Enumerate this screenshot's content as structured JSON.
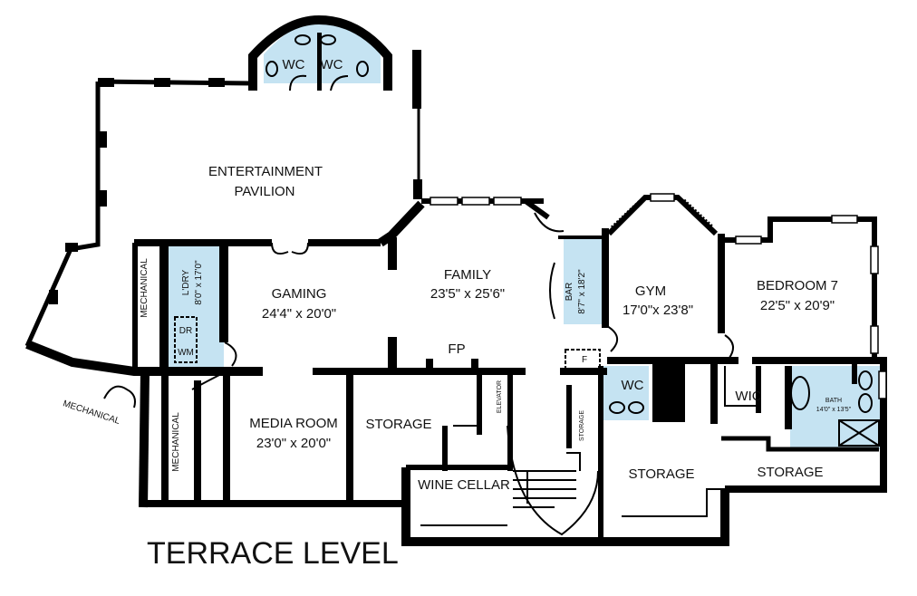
{
  "plan": {
    "title": "TERRACE LEVEL",
    "rooms": {
      "entertainment_line1": "ENTERTAINMENT",
      "entertainment_line2": "PAVILION",
      "wc_left": "WC",
      "wc_right": "WC",
      "mechanical_top": "MECHANICAL",
      "laundry": "L'DRY",
      "laundry_dim": "8'0\" x 17'0\"",
      "dryer": "DR",
      "washer": "WM",
      "gaming": "GAMING",
      "gaming_dim": "24'4\" x 20'0\"",
      "family": "FAMILY",
      "family_dim": "23'5\" x 25'6\"",
      "bar": "BAR",
      "bar_dim": "8'7\" x 18'2\"",
      "fp": "FP",
      "f": "F",
      "gym": "GYM",
      "gym_dim": "17'0\"x  23'8\"",
      "bedroom7": "BEDROOM 7",
      "bedroom7_dim": "22'5\" x 20'9\"",
      "mechanical_outside": "MECHANICAL",
      "mechanical_left": "MECHANICAL",
      "media_room": "MEDIA ROOM",
      "media_dim": "23'0\" x 20'0\"",
      "storage_1": "STORAGE",
      "elevator": "ELEVATOR",
      "storage_2": "STORAGE",
      "wc_mid": "WC",
      "wine_cellar": "WINE CELLAR",
      "storage_3": "STORAGE",
      "wic": "WIC",
      "bath": "BATH",
      "bath_dim": "14'0\" x 13'5\"",
      "storage_4": "STORAGE"
    }
  }
}
